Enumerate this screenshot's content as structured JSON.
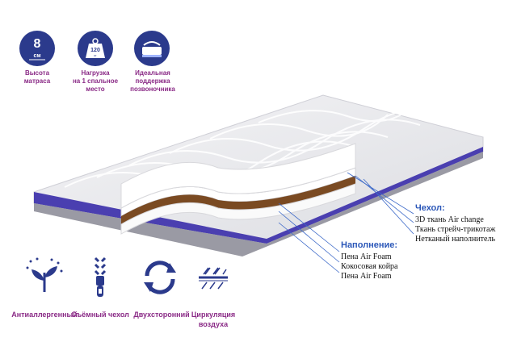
{
  "top_features": [
    {
      "icon": "ruler-height-icon",
      "badge_value": "8",
      "badge_unit": "см",
      "label_line1": "Высота",
      "label_line2": "матраса"
    },
    {
      "icon": "weight-icon",
      "badge_value": "120",
      "badge_unit": "кг",
      "label_line1": "Нагрузка",
      "label_line2": "на 1 спальное",
      "label_line3": "место"
    },
    {
      "icon": "spine-support-icon",
      "label_line1": "Идеальная",
      "label_line2": "поддержка",
      "label_line3": "позвоночника"
    }
  ],
  "cover": {
    "heading": "Чехол:",
    "items": [
      "3D ткань Air change",
      "Ткань стрейч-трикотаж",
      "Нетканый наполнитель"
    ]
  },
  "filling": {
    "heading": "Наполнение:",
    "items": [
      "Пена Air Foam",
      "Кокосовая койра",
      "Пена Air Foam"
    ]
  },
  "bottom_features": [
    {
      "icon": "hypoallergenic-plant-icon",
      "label_line1": "Антиаллергенный"
    },
    {
      "icon": "zipper-icon",
      "label_line1": "Съёмный чехол"
    },
    {
      "icon": "double-sided-arrows-icon",
      "label_line1": "Двухсторонний"
    },
    {
      "icon": "air-circulation-icon",
      "label_line1": "Циркуляция",
      "label_line2": "воздуха"
    }
  ],
  "colors": {
    "accent_purple": "#8a2a86",
    "icon_navy": "#2b3a8c",
    "callout_blue": "#2b57b8",
    "trim_blue": "#4a3fb0",
    "coconut": "#7a4a22"
  }
}
